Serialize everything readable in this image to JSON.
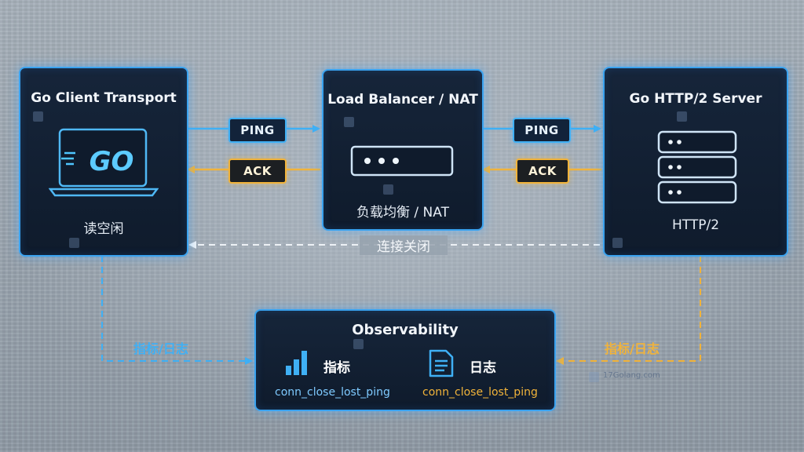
{
  "client": {
    "title": "Go Client Transport",
    "logo_text": "GO",
    "caption": "读空闲"
  },
  "balancer": {
    "title": "Load Balancer / NAT",
    "caption": "负载均衡 / NAT"
  },
  "server": {
    "title": "Go HTTP/2 Server",
    "caption": "HTTP/2"
  },
  "links": {
    "ping_left": "PING",
    "ack_left": "ACK",
    "ping_right": "PING",
    "ack_right": "ACK",
    "close_label": "连接关闭",
    "metrics_left": "指标/日志",
    "metrics_right": "指标/日志"
  },
  "observability": {
    "title": "Observability",
    "metrics_label": "指标",
    "metrics_value": "conn_close_lost_ping",
    "logs_label": "日志",
    "logs_value": "conn_close_lost_ping"
  },
  "watermark": "17Golang.com",
  "colors": {
    "blue": "#3fb0f5",
    "amber": "#f1b33a",
    "box_bg": "#12213a",
    "dashed_gray": "#e9eef3"
  },
  "icons": {
    "client": "laptop-go-icon",
    "balancer": "load-balancer-device-icon",
    "server": "server-rack-icon",
    "metrics": "bar-chart-icon",
    "logs": "document-icon"
  }
}
